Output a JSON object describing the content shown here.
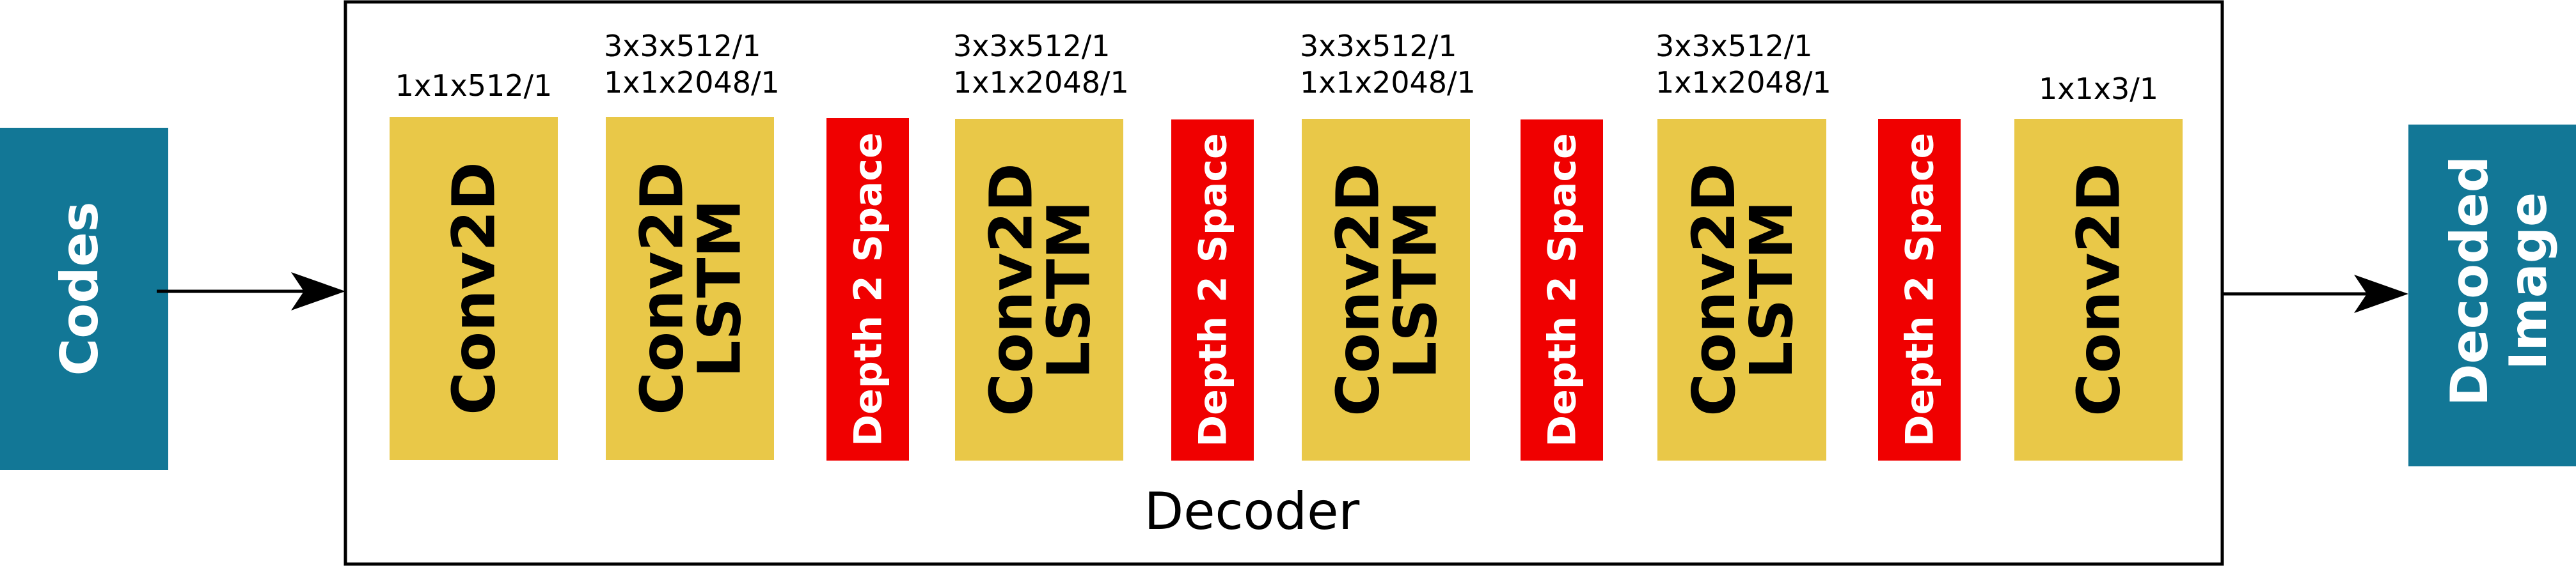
{
  "colors": {
    "io_block": "#127796",
    "conv_block": "#E9C848",
    "d2s_block": "#F00000",
    "io_text": "#FFFFFF",
    "block_text": "#000000",
    "d2s_text": "#FFFFFF",
    "stroke": "#000000"
  },
  "diagram": {
    "input": {
      "label": "Codes"
    },
    "output": {
      "line1": "Decoded",
      "line2": "Image"
    },
    "container": {
      "label": "Decoder"
    },
    "blocks": [
      {
        "kind": "conv",
        "line1": "Conv2D",
        "line2": "",
        "param1": "1x1x512/1",
        "param2": ""
      },
      {
        "kind": "conv",
        "line1": "Conv2D",
        "line2": "LSTM",
        "param1": "3x3x512/1",
        "param2": "1x1x2048/1"
      },
      {
        "kind": "d2s",
        "line1": "Depth 2 Space"
      },
      {
        "kind": "conv",
        "line1": "Conv2D",
        "line2": "LSTM",
        "param1": "3x3x512/1",
        "param2": "1x1x2048/1"
      },
      {
        "kind": "d2s",
        "line1": "Depth 2 Space"
      },
      {
        "kind": "conv",
        "line1": "Conv2D",
        "line2": "LSTM",
        "param1": "3x3x512/1",
        "param2": "1x1x2048/1"
      },
      {
        "kind": "d2s",
        "line1": "Depth 2 Space"
      },
      {
        "kind": "conv",
        "line1": "Conv2D",
        "line2": "LSTM",
        "param1": "3x3x512/1",
        "param2": "1x1x2048/1"
      },
      {
        "kind": "d2s",
        "line1": "Depth 2 Space"
      },
      {
        "kind": "conv",
        "line1": "Conv2D",
        "line2": "",
        "param1": "1x1x3/1",
        "param2": ""
      }
    ]
  }
}
